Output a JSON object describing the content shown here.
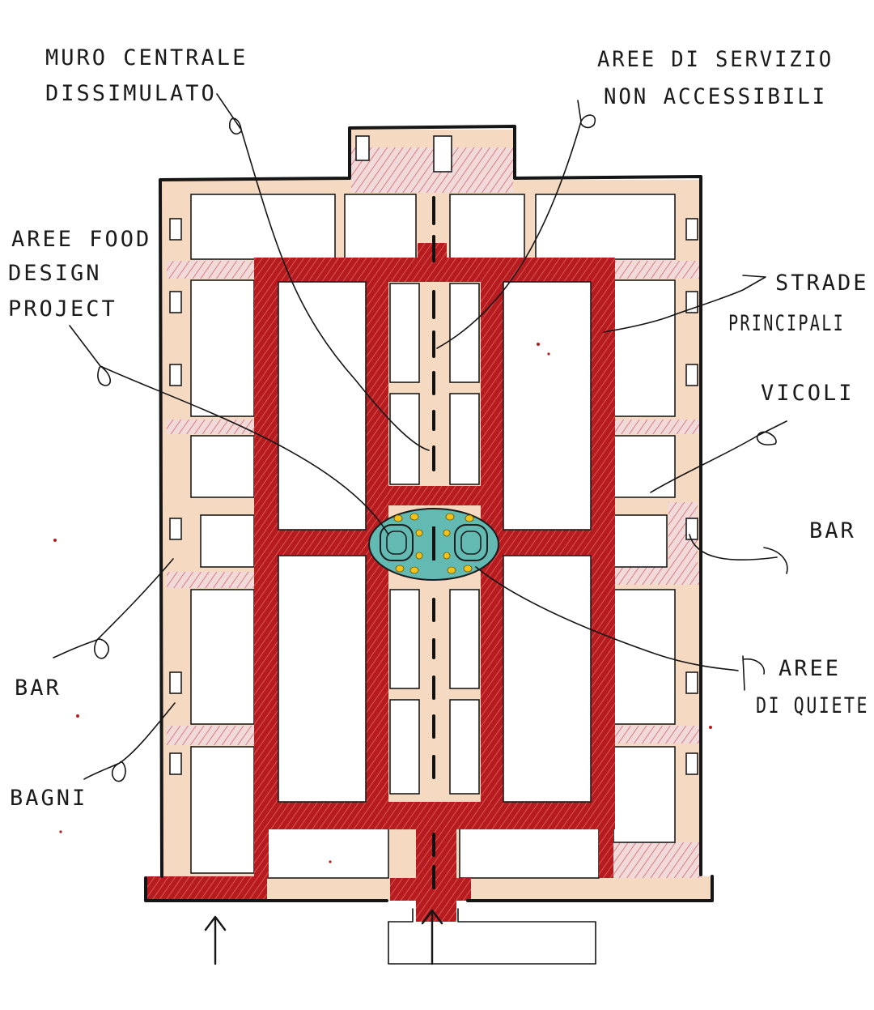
{
  "colors": {
    "main_streets": "#b71c1c",
    "alleys": "#f6d9c1",
    "service_areas": "#d9a0a0",
    "quiet_area": "#5fb8b0",
    "quiet_dots": "#f2c21b",
    "ink": "#151515"
  },
  "labels": {
    "muro_centrale": [
      "MURO CENTRALE",
      "DISSIMULATO"
    ],
    "aree_servizio": [
      "AREE DI SERVIZIO",
      "NON ACCESSIBILI"
    ],
    "aree_food": [
      "AREE FOOD",
      "DESIGN",
      "PROJECT"
    ],
    "strade_principali": [
      "STRADE",
      "PRINCIPALI"
    ],
    "vicoli": "VICOLI",
    "bar_right": "BAR",
    "bar_left": "BAR",
    "bagni": "BAGNI",
    "aree_quiete": [
      "AREE",
      "DI QUIETE"
    ]
  }
}
